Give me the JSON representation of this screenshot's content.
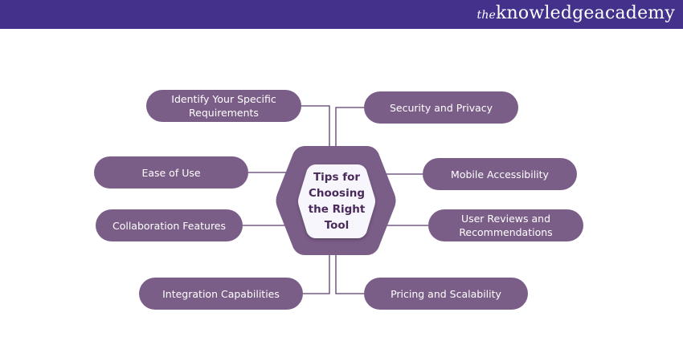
{
  "header": {
    "logo_prefix": "the",
    "logo_text": "knowledgeacademy"
  },
  "center": {
    "title": "Tips for Choosing the Right Tool"
  },
  "tips": [
    "Identify Your Specific Requirements",
    "Security and Privacy",
    "Ease of Use",
    "Mobile Accessibility",
    "Collaboration Features",
    "User Reviews and Recommendations",
    "Integration Capabilities",
    "Pricing and Scalability"
  ],
  "colors": {
    "header": "#44318b",
    "pill": "#7b5e88",
    "hex_outer": "#7b5e88",
    "hex_inner": "#f6f6fc",
    "line": "#5a3c6d"
  }
}
